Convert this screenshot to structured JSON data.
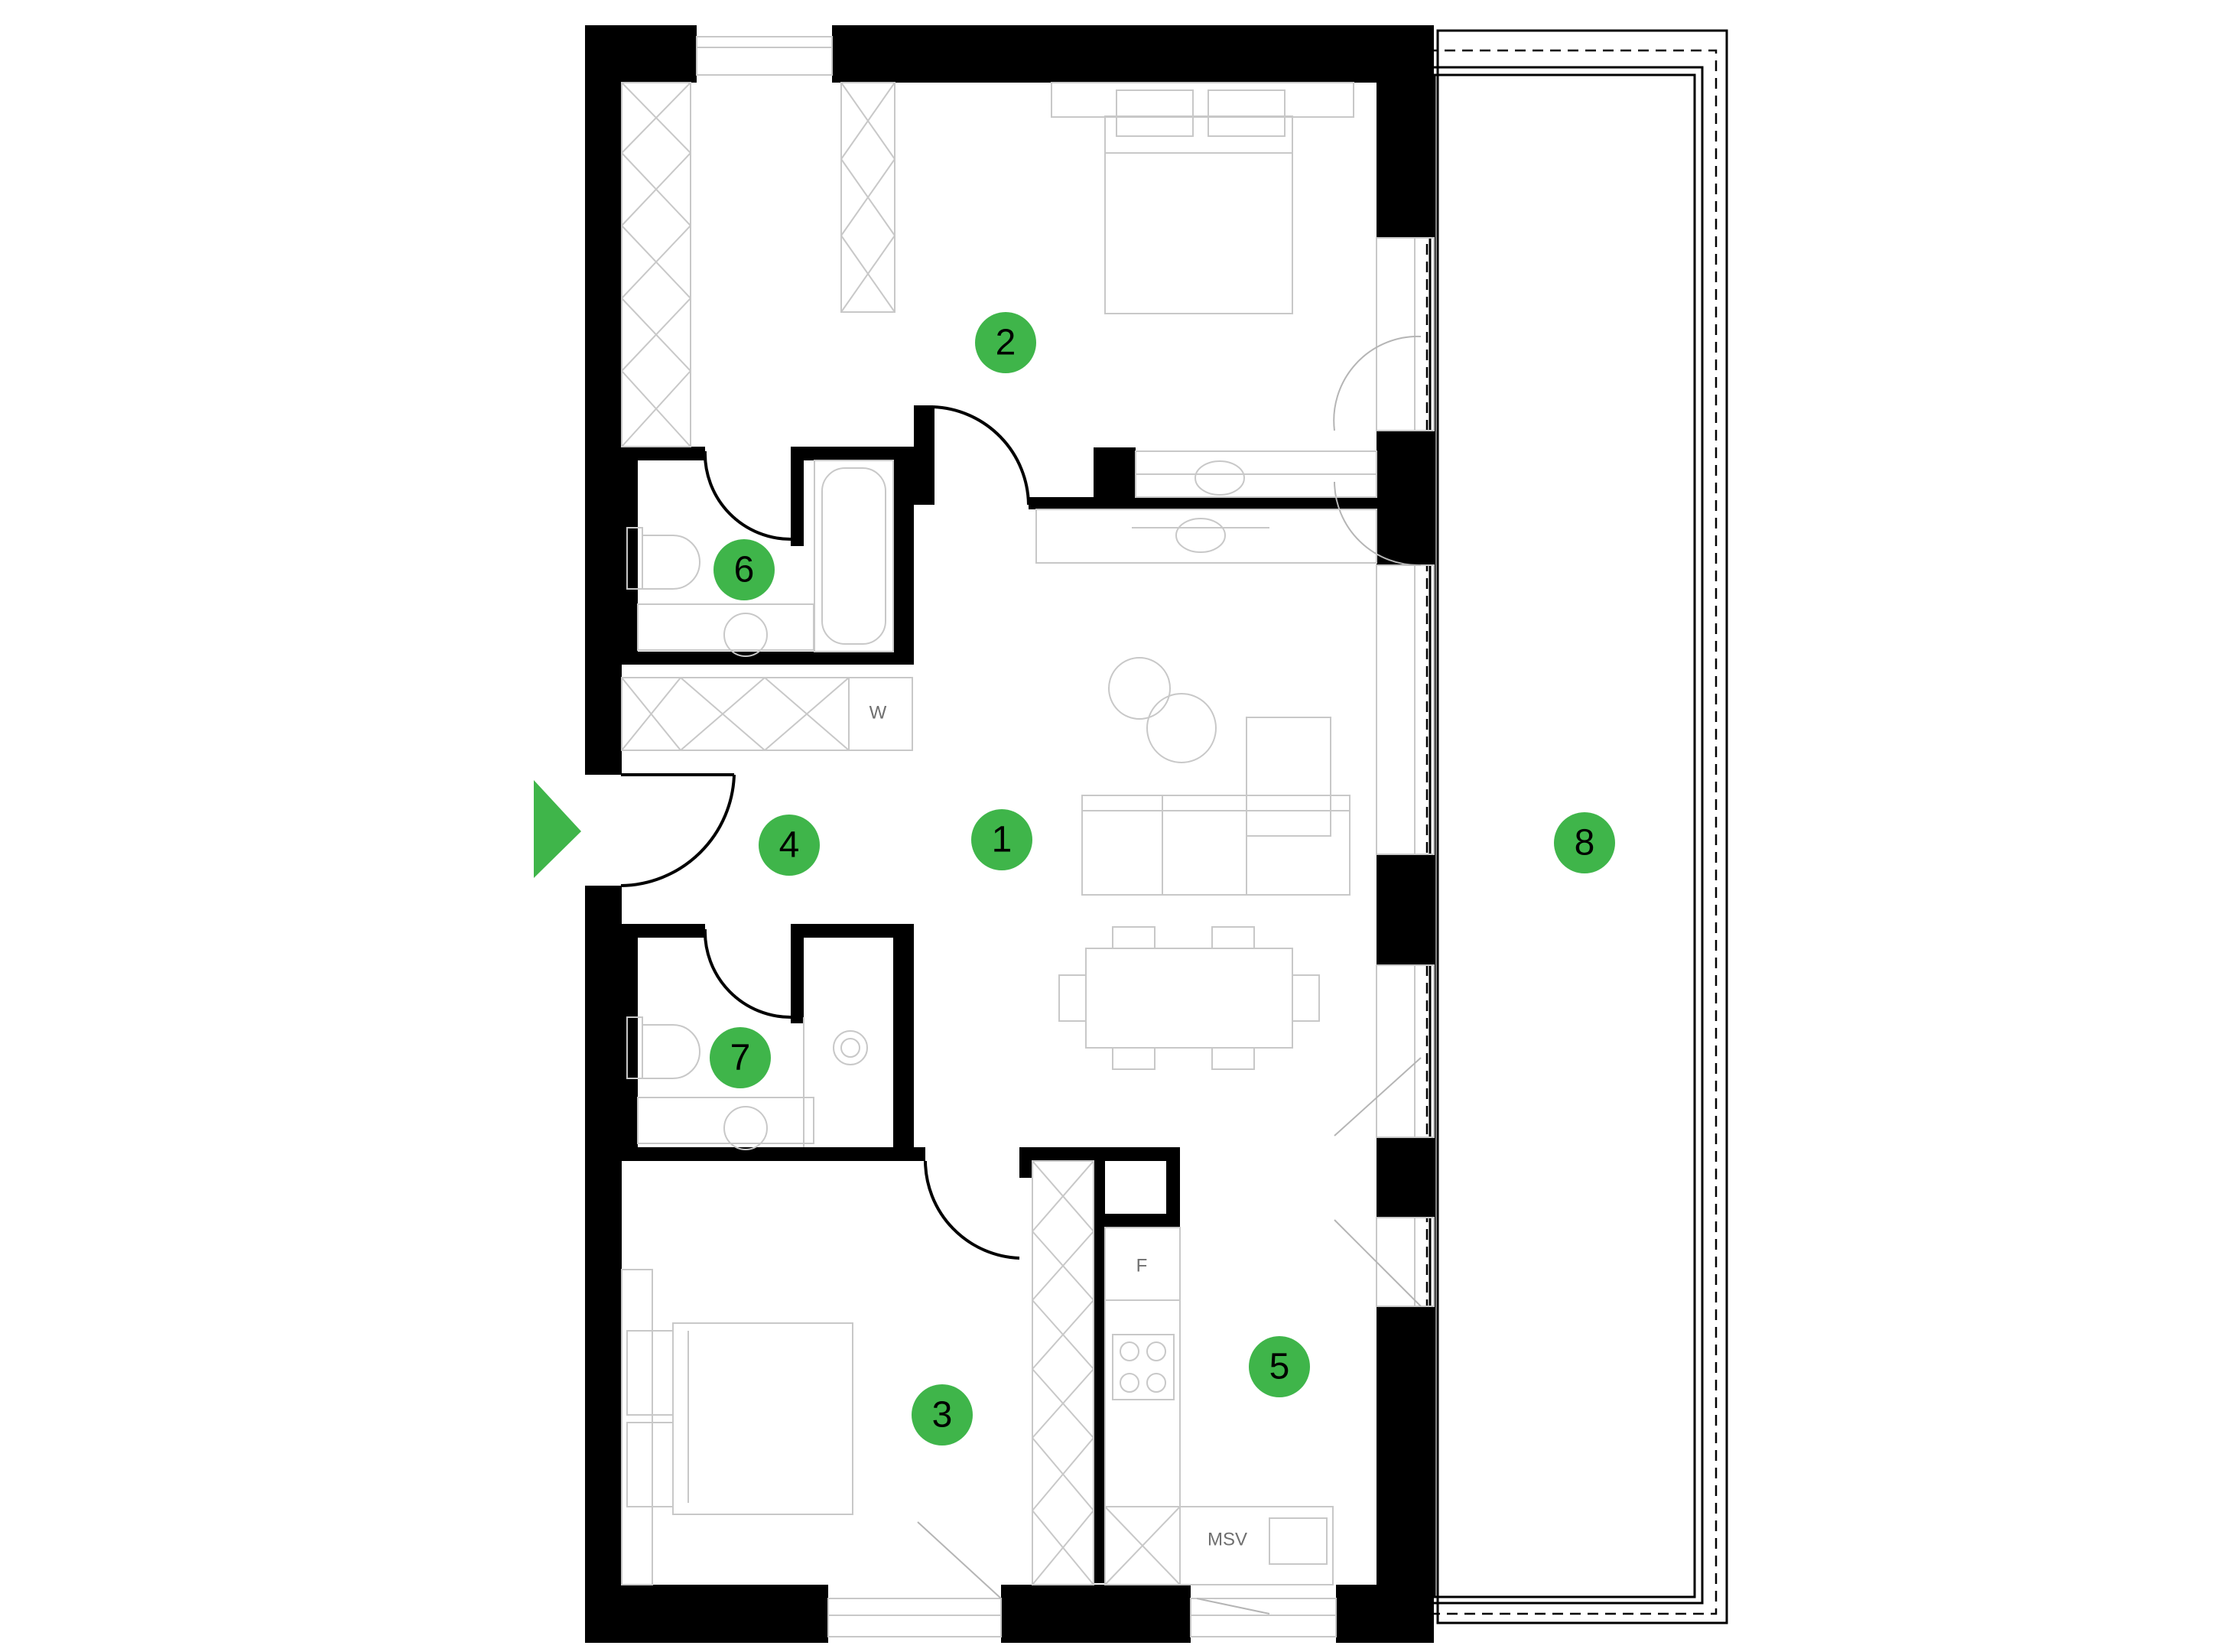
{
  "rooms": [
    {
      "id": "1",
      "label": "1"
    },
    {
      "id": "2",
      "label": "2"
    },
    {
      "id": "3",
      "label": "3"
    },
    {
      "id": "4",
      "label": "4"
    },
    {
      "id": "5",
      "label": "5"
    },
    {
      "id": "6",
      "label": "6"
    },
    {
      "id": "7",
      "label": "7"
    },
    {
      "id": "8",
      "label": "8"
    }
  ],
  "fixture_labels": {
    "washer": "W",
    "fridge": "F",
    "msv": "MSV"
  },
  "colors": {
    "badge": "#3fb54a",
    "wall": "#000000",
    "fixture_line": "#c8c8c8"
  },
  "icons": {
    "entrance": "entrance-arrow-icon"
  }
}
